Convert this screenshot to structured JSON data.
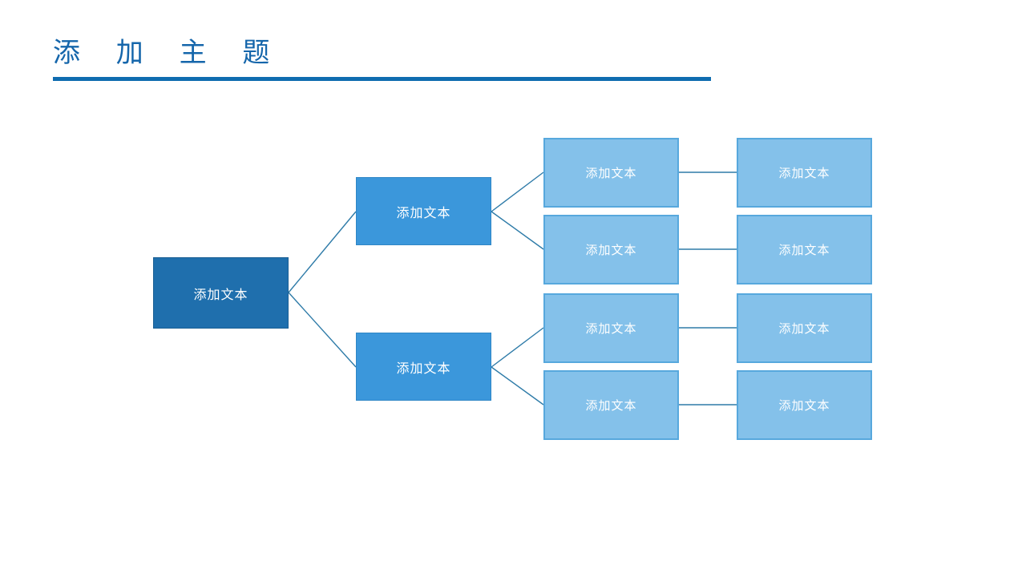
{
  "slide": {
    "title": "添 加 主 题",
    "title_color": "#1566ab",
    "rule_color": "#0f6cb0",
    "background": "#ffffff"
  },
  "diagram": {
    "type": "tree",
    "orientation": "left-to-right",
    "levels": [
      {
        "level": 1,
        "fill": "#1f6fad",
        "border": "#1a5f94",
        "text_color": "#ffffff",
        "nodes": [
          {
            "id": "root",
            "label": "添加文本"
          }
        ]
      },
      {
        "level": 2,
        "fill": "#3b97db",
        "border": "#2f86c6",
        "text_color": "#ffffff",
        "nodes": [
          {
            "id": "b1",
            "label": "添加文本"
          },
          {
            "id": "b2",
            "label": "添加文本"
          }
        ]
      },
      {
        "level": 3,
        "fill": "#84c1ea",
        "border": "#57a8dd",
        "text_color": "#ffffff",
        "nodes": [
          {
            "id": "c1",
            "label": "添加文本"
          },
          {
            "id": "c2",
            "label": "添加文本"
          },
          {
            "id": "c3",
            "label": "添加文本"
          },
          {
            "id": "c4",
            "label": "添加文本"
          }
        ]
      },
      {
        "level": 4,
        "fill": "#84c1ea",
        "border": "#57a8dd",
        "text_color": "#ffffff",
        "nodes": [
          {
            "id": "d1",
            "label": "添加文本"
          },
          {
            "id": "d2",
            "label": "添加文本"
          },
          {
            "id": "d3",
            "label": "添加文本"
          },
          {
            "id": "d4",
            "label": "添加文本"
          }
        ]
      }
    ],
    "connector_color": "#2e7ba8",
    "edges": [
      {
        "from": "root",
        "to": "b1"
      },
      {
        "from": "root",
        "to": "b2"
      },
      {
        "from": "b1",
        "to": "c1"
      },
      {
        "from": "b1",
        "to": "c2"
      },
      {
        "from": "b2",
        "to": "c3"
      },
      {
        "from": "b2",
        "to": "c4"
      },
      {
        "from": "c1",
        "to": "d1"
      },
      {
        "from": "c2",
        "to": "d2"
      },
      {
        "from": "c3",
        "to": "d3"
      },
      {
        "from": "c4",
        "to": "d4"
      }
    ]
  }
}
